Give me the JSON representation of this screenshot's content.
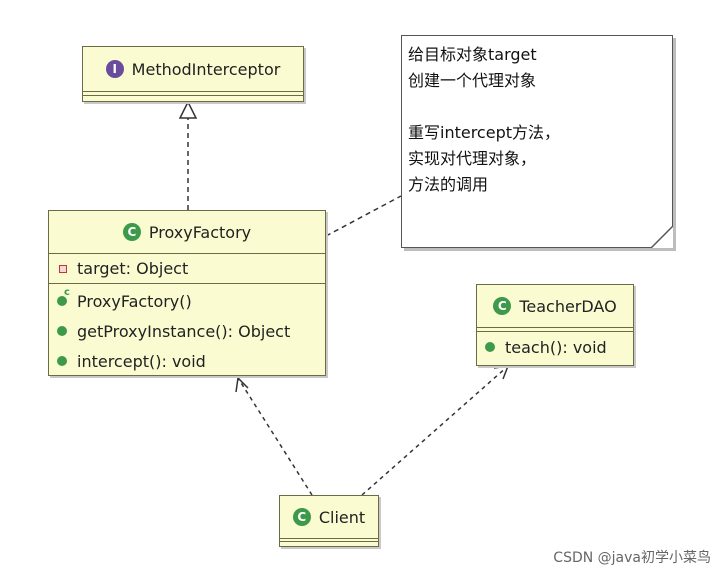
{
  "method_interceptor": {
    "name": "MethodInterceptor",
    "stereotype_glyph": "I"
  },
  "proxy_factory": {
    "name": "ProxyFactory",
    "class_glyph": "C",
    "attributes": [
      "target: Object"
    ],
    "operations": [
      "ProxyFactory()",
      "getProxyInstance(): Object",
      "intercept(): void"
    ]
  },
  "teacher_dao": {
    "name": "TeacherDAO",
    "class_glyph": "C",
    "operations": [
      "teach(): void"
    ]
  },
  "client": {
    "name": "Client",
    "class_glyph": "C"
  },
  "note": {
    "lines": [
      "给目标对象target",
      "创建一个代理对象",
      "",
      "重写intercept方法，",
      "实现对代理对象，",
      "方法的调用"
    ]
  },
  "watermark": "CSDN @java初学小菜鸟",
  "colors": {
    "box_fill": "#fbfbd2",
    "class_icon": "#3e9a4a",
    "interface_icon": "#6a4c9c"
  }
}
